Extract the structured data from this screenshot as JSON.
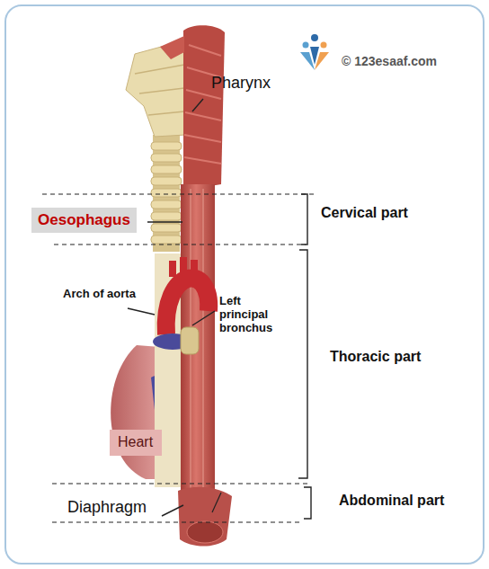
{
  "diagram": {
    "nodes": [
      {
        "text": [
          "Oesophagus"
        ]
      },
      {
        "text": [
          "Heart"
        ]
      }
    ],
    "labels": [
      "© 123esaaf.com",
      "Pharynx",
      "Cervical part",
      "Arch of aorta",
      "Left principal bronchus",
      "Thoracic part",
      "Diaphragm",
      "Abdominal part"
    ]
  }
}
